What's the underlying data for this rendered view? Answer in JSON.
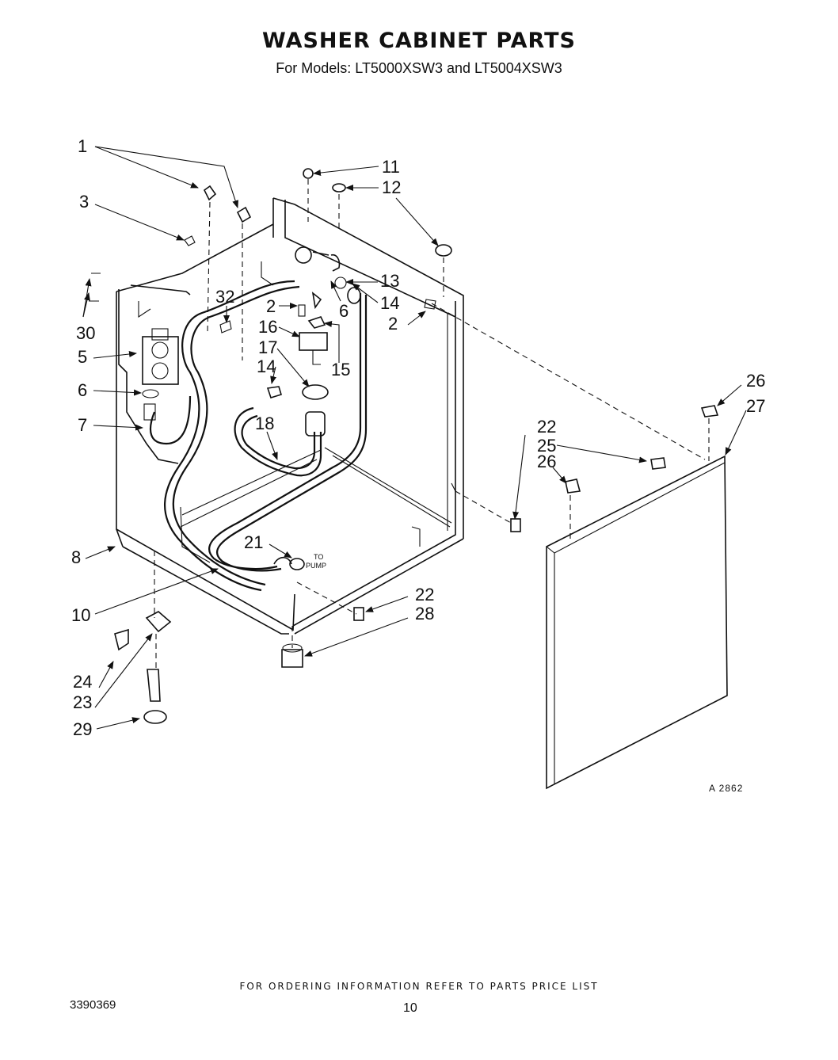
{
  "header": {
    "title": "WASHER CABINET PARTS",
    "subtitle": "For Models: LT5000XSW3 and LT5004XSW3"
  },
  "callouts": [
    {
      "id": "c1",
      "label": "1"
    },
    {
      "id": "c3",
      "label": "3"
    },
    {
      "id": "c30",
      "label": "30"
    },
    {
      "id": "c5",
      "label": "5"
    },
    {
      "id": "c6a",
      "label": "6"
    },
    {
      "id": "c7",
      "label": "7"
    },
    {
      "id": "c8",
      "label": "8"
    },
    {
      "id": "c10",
      "label": "10"
    },
    {
      "id": "c24",
      "label": "24"
    },
    {
      "id": "c23",
      "label": "23"
    },
    {
      "id": "c29",
      "label": "29"
    },
    {
      "id": "c11",
      "label": "11"
    },
    {
      "id": "c12",
      "label": "12"
    },
    {
      "id": "c13",
      "label": "13"
    },
    {
      "id": "c14a",
      "label": "14"
    },
    {
      "id": "c6b",
      "label": "6"
    },
    {
      "id": "c32",
      "label": "32"
    },
    {
      "id": "c2a",
      "label": "2"
    },
    {
      "id": "c16",
      "label": "16"
    },
    {
      "id": "c17",
      "label": "17"
    },
    {
      "id": "c14b",
      "label": "14"
    },
    {
      "id": "c15",
      "label": "15"
    },
    {
      "id": "c18",
      "label": "18"
    },
    {
      "id": "c2b",
      "label": "2"
    },
    {
      "id": "c21",
      "label": "21"
    },
    {
      "id": "c22a",
      "label": "22"
    },
    {
      "id": "c28",
      "label": "28"
    },
    {
      "id": "c22b",
      "label": "22"
    },
    {
      "id": "c25",
      "label": "25"
    },
    {
      "id": "c26a",
      "label": "26"
    },
    {
      "id": "c26b",
      "label": "26"
    },
    {
      "id": "c27",
      "label": "27"
    }
  ],
  "pump_note": {
    "line1": "TO",
    "line2": "PUMP"
  },
  "drawing_code": "A 2862",
  "footer": {
    "note": "FOR ORDERING INFORMATION REFER TO PARTS PRICE LIST",
    "doc_number": "3390369",
    "page_number": "10"
  }
}
